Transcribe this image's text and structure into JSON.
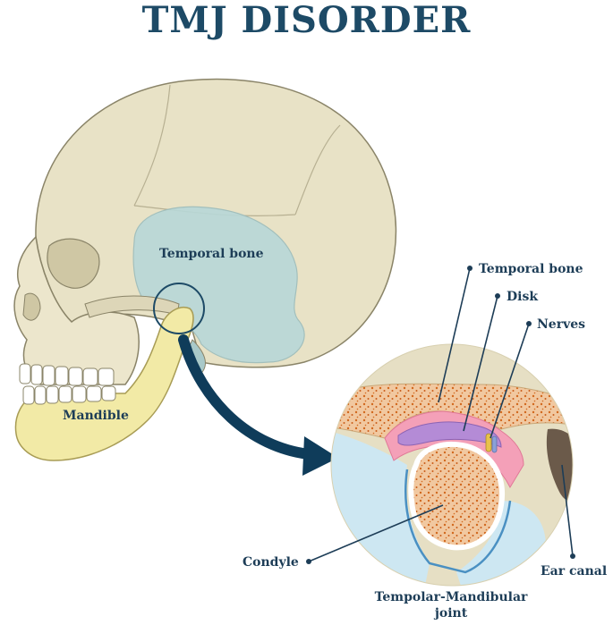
{
  "title": "TMJ DISORDER",
  "labels": {
    "temporal_bone_skull": "Temporal bone",
    "mandible": "Mandible",
    "temporal_bone_detail": "Temporal bone",
    "disk": "Disk",
    "nerves": "Nerves",
    "condyle": "Condyle",
    "ear_canal": "Ear canal",
    "joint_line1": "Tempolar-Mandibular",
    "joint_line2": "joint"
  },
  "colors": {
    "title": "#1d4a66",
    "skull": "#e8e2c6",
    "skull_outline": "#8a8468",
    "temporal_region": "#b8d8d8",
    "mandible": "#f2eaa6",
    "label": "#1d3d57",
    "arrow": "#0f3c5a",
    "bone_orange": "#f1c8a0",
    "bone_dots": "#d2691e",
    "disk": "#b48bd6",
    "cartilage_pink": "#f4a0b8",
    "soft_blue": "#cde7f2",
    "ear_canal": "#6b5a4a"
  }
}
